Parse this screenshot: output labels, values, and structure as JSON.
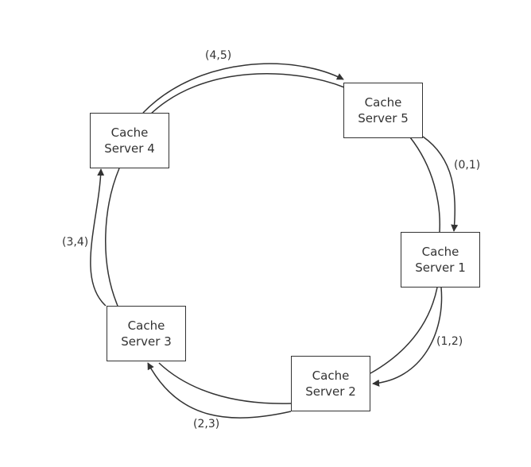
{
  "nodes": [
    {
      "id": "server-5",
      "line1": "Cache",
      "line2": "Server 5"
    },
    {
      "id": "server-1",
      "line1": "Cache",
      "line2": "Server 1"
    },
    {
      "id": "server-2",
      "line1": "Cache",
      "line2": "Server 2"
    },
    {
      "id": "server-3",
      "line1": "Cache",
      "line2": "Server 3"
    },
    {
      "id": "server-4",
      "line1": "Cache",
      "line2": "Server 4"
    }
  ],
  "edge_labels": [
    "(4,5)",
    "(0,1)",
    "(1,2)",
    "(2,3)",
    "(3,4)"
  ],
  "colors": {
    "stroke": "#333333",
    "background": "#ffffff"
  }
}
